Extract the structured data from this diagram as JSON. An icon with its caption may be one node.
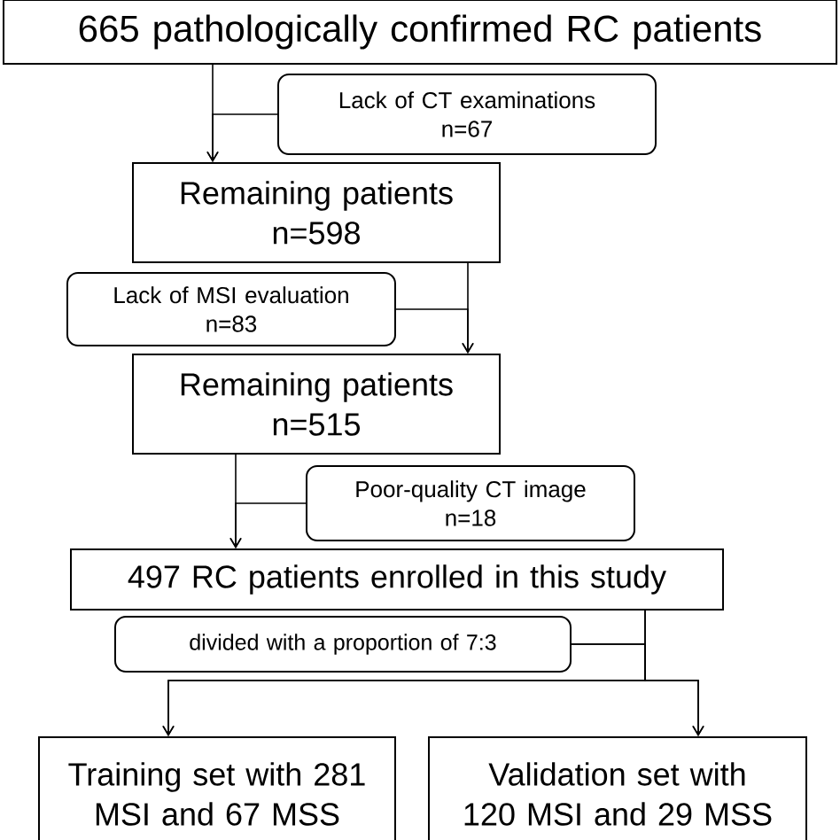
{
  "diagram": {
    "nodes": [
      {
        "text": [
          "665 pathologically confirmed RC patients"
        ]
      },
      {
        "text": [
          "Lack of CT examinations",
          "n=67"
        ]
      },
      {
        "text": [
          "Remaining patients",
          "n=598"
        ]
      },
      {
        "text": [
          "Lack of MSI evaluation",
          "n=83"
        ]
      },
      {
        "text": [
          "Remaining patients",
          "n=515"
        ]
      },
      {
        "text": [
          "Poor-quality CT image",
          "n=18"
        ]
      },
      {
        "text": [
          "497 RC patients enrolled in this study"
        ]
      },
      {
        "text": [
          "divided with a proportion of 7:3"
        ]
      },
      {
        "text": [
          "Training set with 281 MSI and 67 MSS"
        ]
      },
      {
        "text": [
          "Validation set with 120 MSI and 29 MSS"
        ]
      }
    ],
    "edges": [
      {
        "from": 0,
        "to": 2,
        "arrow": "to"
      },
      {
        "from": 1,
        "to": 2,
        "arrow": "to"
      },
      {
        "from": 2,
        "to": 4,
        "arrow": "to"
      },
      {
        "from": 3,
        "to": 4,
        "arrow": "to"
      },
      {
        "from": 4,
        "to": 6,
        "arrow": "to"
      },
      {
        "from": 5,
        "to": 6,
        "arrow": "to"
      },
      {
        "from": 6,
        "to": 8,
        "arrow": "to"
      },
      {
        "from": 6,
        "to": 9,
        "arrow": "to"
      },
      {
        "from": 7,
        "to": 8,
        "arrow": "to"
      },
      {
        "from": 7,
        "to": 9,
        "arrow": "to"
      }
    ]
  }
}
